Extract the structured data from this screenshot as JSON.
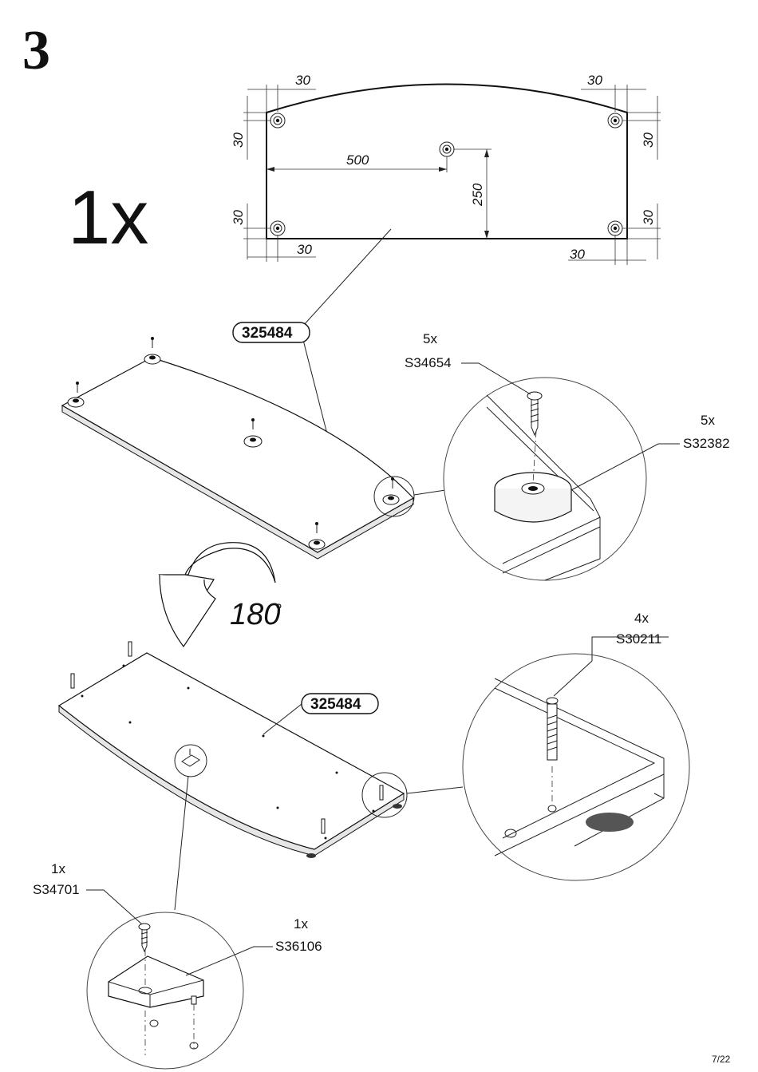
{
  "step_number": "3",
  "quantity": "1x",
  "part_number": "325484",
  "dimensions": {
    "top_left_x": "30",
    "top_right_x": "30",
    "left_upper_y": "30",
    "right_upper_y": "30",
    "left_lower_y": "30",
    "right_lower_y": "30",
    "bottom_left_x": "30",
    "bottom_right_x": "30",
    "center_x": "500",
    "center_y": "250"
  },
  "callouts": {
    "screw_top": {
      "qty": "5x",
      "code": "S34654"
    },
    "foot": {
      "qty": "5x",
      "code": "S32382"
    },
    "dowel": {
      "qty": "4x",
      "code": "S30211"
    },
    "screw_bottom": {
      "qty": "1x",
      "code": "S34701"
    },
    "bracket": {
      "qty": "1x",
      "code": "S36106"
    }
  },
  "rotation": {
    "angle": "180",
    "unit": "°"
  },
  "page_number": "7/22"
}
